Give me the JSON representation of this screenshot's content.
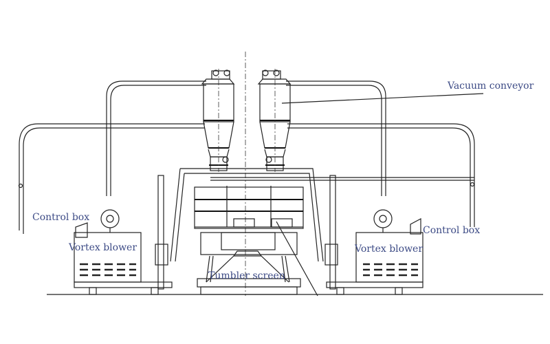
{
  "labels": {
    "vacuum_conveyor": "Vacuum conveyor",
    "control_box_left": "Control box",
    "control_box_right": "Control box",
    "vortex_blower_left": "Vortex blower",
    "vortex_blower_right": "Vortex blower",
    "tumbler_screen": "Tumbler screen"
  },
  "colors": {
    "label": "#3c4a85",
    "line": "#222222"
  }
}
